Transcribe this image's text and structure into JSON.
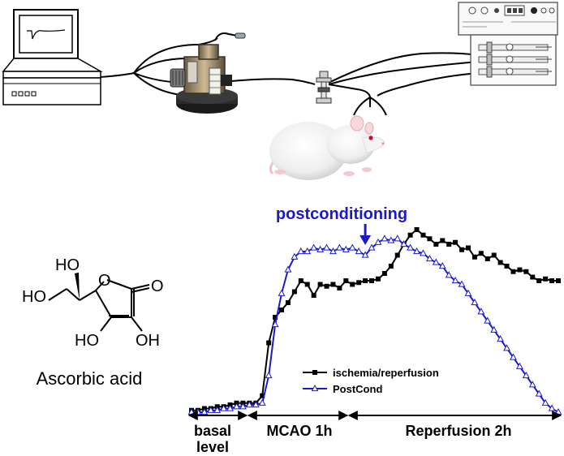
{
  "diagram": {
    "postconditioning_label": "postconditioning",
    "molecule": {
      "name": "Ascorbic acid",
      "atoms": [
        "HO",
        "HO",
        "O",
        "O",
        "HO",
        "OH"
      ]
    },
    "phases": [
      "basal level",
      "MCAO 1h",
      "Reperfusion 2h"
    ],
    "apparatus": [
      "computer-monitor",
      "potentiostat",
      "liquid-swivel",
      "syringe-pump",
      "rat"
    ]
  },
  "chart_data": {
    "type": "line",
    "title": "",
    "xlabel": "",
    "ylabel": "",
    "x": [
      0,
      1,
      2,
      3,
      4,
      5,
      6,
      7,
      8,
      9,
      10,
      11,
      12,
      13,
      14,
      15,
      16,
      17,
      18,
      19,
      20,
      21,
      22,
      23,
      24,
      25,
      26,
      27,
      28,
      29,
      30,
      31,
      32,
      33,
      34,
      35,
      36,
      37,
      38,
      39,
      40,
      41,
      42,
      43,
      44,
      45,
      46,
      47,
      48,
      49,
      50,
      51,
      52,
      53,
      54,
      55,
      56,
      57
    ],
    "series": [
      {
        "name": "ischemia/reperfusion",
        "color": "#000000",
        "marker": "filled-square",
        "values": [
          0.01,
          0.01,
          0.02,
          0.02,
          0.03,
          0.03,
          0.04,
          0.05,
          0.05,
          0.05,
          0.05,
          0.09,
          0.38,
          0.52,
          0.56,
          0.6,
          0.66,
          0.72,
          0.7,
          0.64,
          0.7,
          0.69,
          0.7,
          0.68,
          0.72,
          0.7,
          0.71,
          0.72,
          0.72,
          0.73,
          0.76,
          0.8,
          0.86,
          0.92,
          0.97,
          1.0,
          0.97,
          0.95,
          0.92,
          0.94,
          0.92,
          0.93,
          0.89,
          0.9,
          0.85,
          0.87,
          0.84,
          0.86,
          0.82,
          0.8,
          0.77,
          0.78,
          0.77,
          0.74,
          0.72,
          0.73,
          0.72,
          0.72
        ]
      },
      {
        "name": "PostCond",
        "color": "#1a1acc",
        "marker": "open-triangle",
        "values": [
          0.0,
          0.0,
          0.0,
          0.01,
          0.01,
          0.02,
          0.02,
          0.03,
          0.03,
          0.04,
          0.04,
          0.05,
          0.2,
          0.48,
          0.65,
          0.78,
          0.85,
          0.88,
          0.88,
          0.9,
          0.89,
          0.9,
          0.88,
          0.9,
          0.89,
          0.9,
          0.88,
          0.86,
          0.9,
          0.93,
          0.95,
          0.94,
          0.95,
          0.92,
          0.9,
          0.88,
          0.87,
          0.84,
          0.82,
          0.8,
          0.75,
          0.72,
          0.7,
          0.65,
          0.6,
          0.55,
          0.5,
          0.45,
          0.4,
          0.35,
          0.3,
          0.25,
          0.2,
          0.15,
          0.1,
          0.05,
          0.02,
          0.0
        ]
      }
    ],
    "events": [
      {
        "label": "postconditioning",
        "at_index": 27
      }
    ],
    "phases": [
      {
        "label": "basal level",
        "from_index": 0,
        "to_index": 11
      },
      {
        "label": "MCAO 1h",
        "from_index": 11,
        "to_index": 27
      },
      {
        "label": "Reperfusion 2h",
        "from_index": 27,
        "to_index": 57
      }
    ],
    "legend": {
      "position": "bottom-center",
      "entries": [
        "ischemia/reperfusion",
        "PostCond"
      ]
    },
    "grid": false,
    "ylim": [
      0,
      1
    ]
  }
}
